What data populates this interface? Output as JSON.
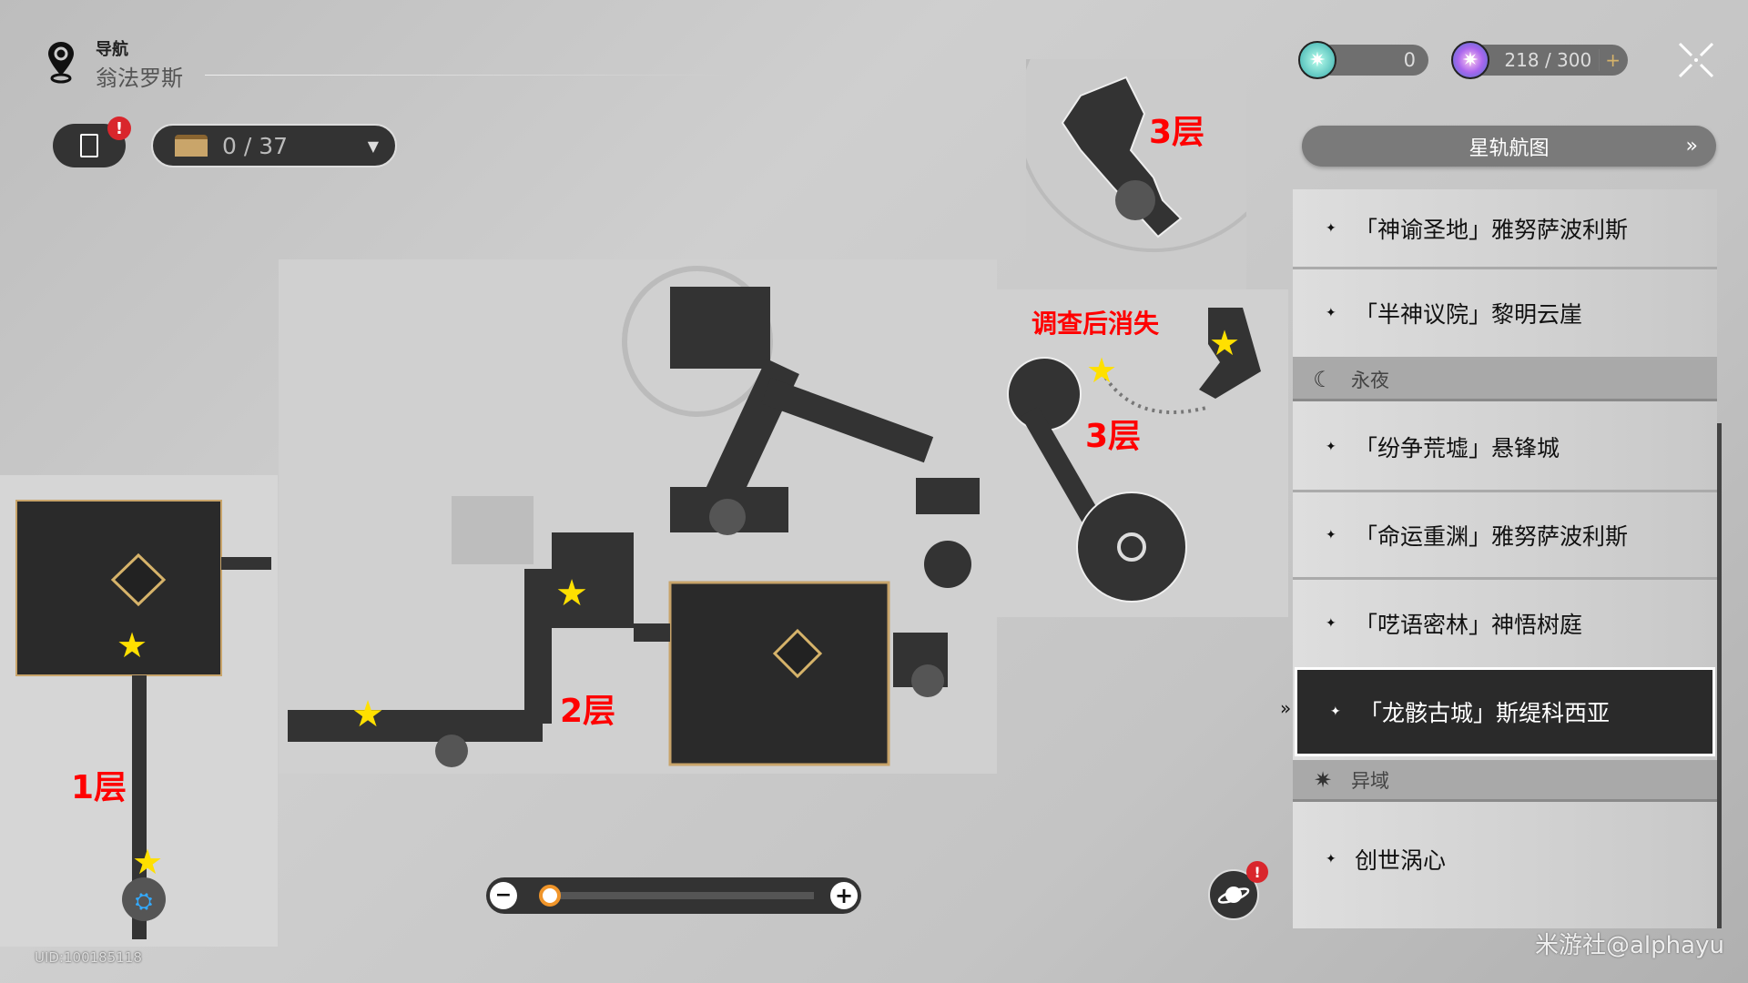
{
  "navigation": {
    "label": "导航",
    "location": "翁法罗斯"
  },
  "toolbar": {
    "notes_badge": "!",
    "chest_count": "0 / 37"
  },
  "currencies": [
    {
      "icon": "oneiric-shard-icon",
      "value": "0"
    },
    {
      "icon": "trailblaze-power-icon",
      "value": "218 / 300",
      "add": "+"
    }
  ],
  "star_rail_map_button": "星轨航图",
  "location_list": [
    {
      "type": "item",
      "label": "「神谕圣地」雅努萨波利斯"
    },
    {
      "type": "item",
      "label": "「半神议院」黎明云崖"
    },
    {
      "type": "section",
      "label": "永夜",
      "icon": "crescent-moon-icon"
    },
    {
      "type": "item",
      "label": "「纷争荒墟」悬锋城"
    },
    {
      "type": "item",
      "label": "「命运重渊」雅努萨波利斯"
    },
    {
      "type": "item",
      "label": "「呓语密林」神悟树庭"
    },
    {
      "type": "item",
      "label": "「龙骸古城」斯缇科西亚",
      "selected": true
    },
    {
      "type": "section",
      "label": "异域",
      "icon": "star-burst-icon"
    },
    {
      "type": "item",
      "label": "创世涡心"
    }
  ],
  "map_annotations": {
    "floor1": "1层",
    "floor2": "2层",
    "floor3_top": "3层",
    "floor3_right": "3层",
    "disappear_note": "调查后消失"
  },
  "zoom": {
    "minus": "−",
    "plus": "+",
    "level": 0.0
  },
  "planet_badge": "!",
  "uid": "UID:100185118",
  "watermark": "米游社@alphayu",
  "colors": {
    "accent_orange": "#f0952a",
    "badge_red": "#d9262c",
    "star_yellow": "#ffe000",
    "annotation_red": "#ff0000"
  }
}
